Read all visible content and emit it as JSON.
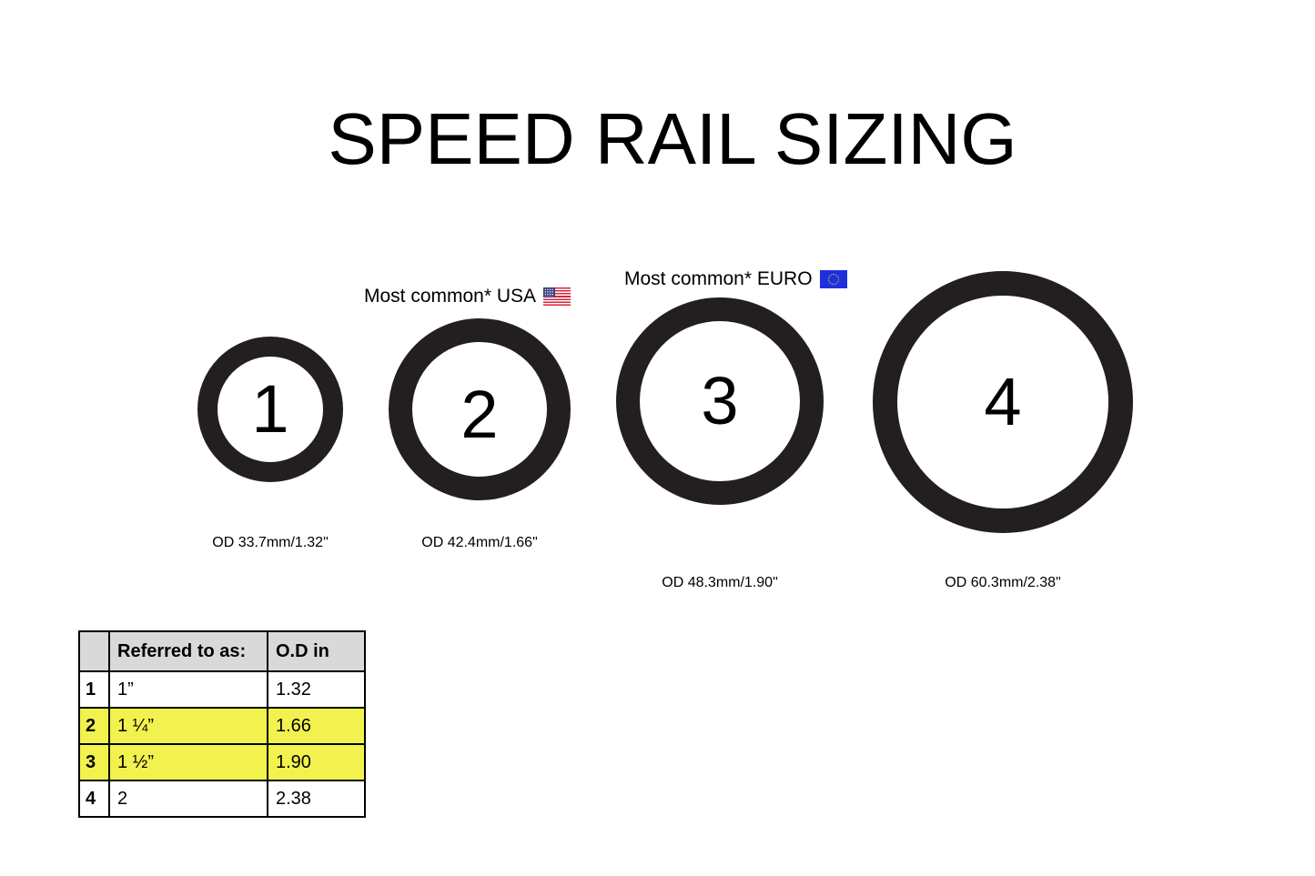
{
  "title": "SPEED RAIL SIZING",
  "callouts": {
    "usa": {
      "label": "Most common* USA",
      "flag_icon": "us-flag-icon"
    },
    "euro": {
      "label": "Most common* EURO",
      "flag_icon": "eu-flag-icon"
    }
  },
  "rings": [
    {
      "number": "1",
      "od_label": "OD 33.7mm/1.32\""
    },
    {
      "number": "2",
      "od_label": "OD 42.4mm/1.66\""
    },
    {
      "number": "3",
      "od_label": "OD 48.3mm/1.90\""
    },
    {
      "number": "4",
      "od_label": "OD 60.3mm/2.38\""
    }
  ],
  "table": {
    "headers": [
      "",
      "Referred to as:",
      "O.D in"
    ],
    "rows": [
      {
        "idx": "1",
        "name": "1”",
        "od": "1.32",
        "highlight": false
      },
      {
        "idx": "2",
        "name": "1 ¼”",
        "od": "1.66",
        "highlight": true
      },
      {
        "idx": "3",
        "name": "1 ½”",
        "od": "1.90",
        "highlight": true
      },
      {
        "idx": "4",
        "name": "2",
        "od": "2.38",
        "highlight": false
      }
    ]
  },
  "colors": {
    "ring": "#231f20",
    "highlight": "#f2f24e",
    "header_bg": "#d9d9d9"
  }
}
